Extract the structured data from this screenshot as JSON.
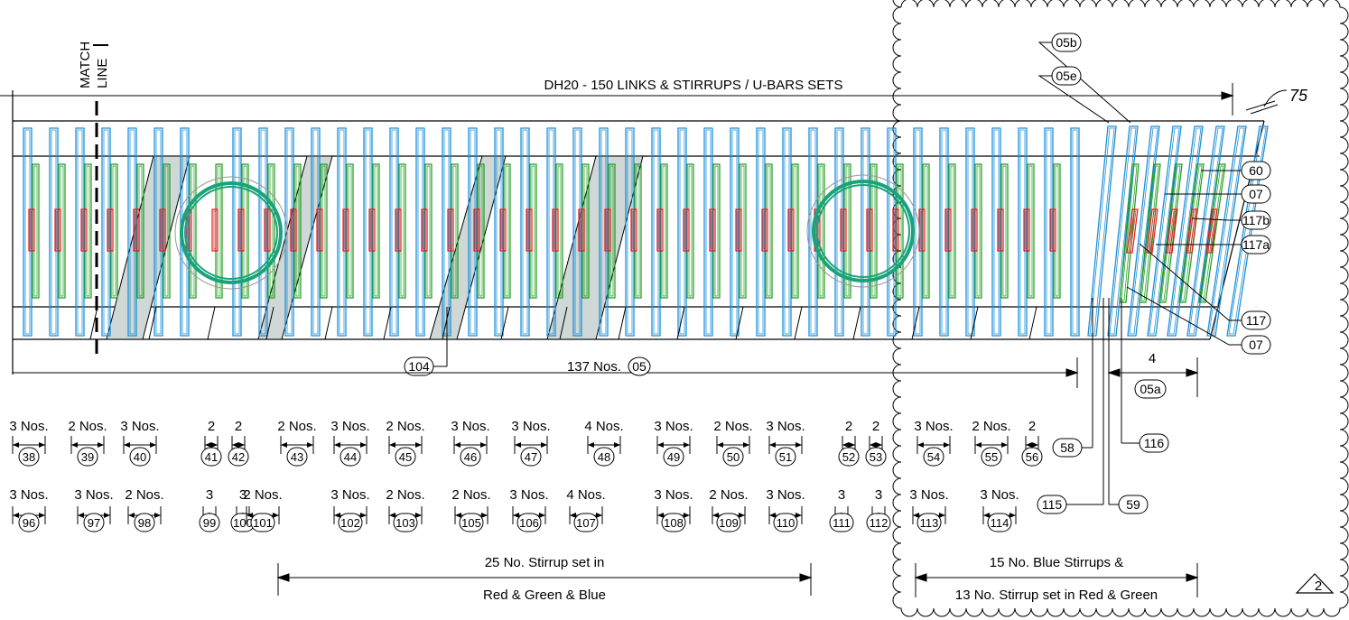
{
  "title": "DH20 - 150 LINKS & STIRRUPS / U-BARS SETS",
  "match_line": [
    "MATCH",
    "LINE"
  ],
  "angle_label": "75",
  "count_label": "137 Nos.",
  "count_tag": "05",
  "callouts": {
    "c05b": "05b",
    "c05e": "05e",
    "c60": "60",
    "c07a": "07",
    "c117b": "117b",
    "c117a": "117a",
    "c117": "117",
    "c07b": "07",
    "c104": "104",
    "c05a": "05a",
    "c58": "58",
    "c116": "116",
    "c115": "115",
    "c59": "59"
  },
  "dim_4": "4",
  "row1": [
    {
      "label": "3 Nos.",
      "tag": "38"
    },
    {
      "label": "2 Nos.",
      "tag": "39"
    },
    {
      "label": "3 Nos.",
      "tag": "40"
    },
    {
      "label": "2",
      "tag": "41"
    },
    {
      "label": "2",
      "tag": "42"
    },
    {
      "label": "2 Nos.",
      "tag": "43"
    },
    {
      "label": "3 Nos.",
      "tag": "44"
    },
    {
      "label": "2 Nos.",
      "tag": "45"
    },
    {
      "label": "3 Nos.",
      "tag": "46"
    },
    {
      "label": "3 Nos.",
      "tag": "47"
    },
    {
      "label": "4 Nos.",
      "tag": "48"
    },
    {
      "label": "3 Nos.",
      "tag": "49"
    },
    {
      "label": "2 Nos.",
      "tag": "50"
    },
    {
      "label": "3 Nos.",
      "tag": "51"
    },
    {
      "label": "2",
      "tag": "52"
    },
    {
      "label": "2",
      "tag": "53"
    },
    {
      "label": "3 Nos.",
      "tag": "54"
    },
    {
      "label": "2 Nos.",
      "tag": "55"
    },
    {
      "label": "2",
      "tag": "56"
    }
  ],
  "row2": [
    {
      "label": "3 Nos.",
      "tag": "96"
    },
    {
      "label": "3 Nos.",
      "tag": "97"
    },
    {
      "label": "2 Nos.",
      "tag": "98"
    },
    {
      "label": "3",
      "tag": "99"
    },
    {
      "label": "3",
      "tag": "100"
    },
    {
      "label": "2 Nos.",
      "tag": "101"
    },
    {
      "label": "3 Nos.",
      "tag": "102"
    },
    {
      "label": "2 Nos.",
      "tag": "103"
    },
    {
      "label": "2 Nos.",
      "tag": "105"
    },
    {
      "label": "3 Nos.",
      "tag": "106"
    },
    {
      "label": "4 Nos.",
      "tag": "107"
    },
    {
      "label": "3 Nos.",
      "tag": "108"
    },
    {
      "label": "2 Nos.",
      "tag": "109"
    },
    {
      "label": "3 Nos.",
      "tag": "110"
    },
    {
      "label": "3",
      "tag": "111"
    },
    {
      "label": "3",
      "tag": "112"
    },
    {
      "label": "3 Nos.",
      "tag": "113"
    },
    {
      "label": "3 Nos.",
      "tag": "114"
    }
  ],
  "stirrup_note_1": [
    "25 No. Stirrup set in",
    "Red & Green & Blue"
  ],
  "stirrup_note_2": [
    "15 No. Blue Stirrups &",
    "13 No. Stirrup set in Red & Green"
  ],
  "revision": "2",
  "colors": {
    "blue": "#1e90d8",
    "green": "#1a9a1a",
    "red": "#e01818",
    "teal": "#1aa37a",
    "shade": "#cfd8d6"
  }
}
